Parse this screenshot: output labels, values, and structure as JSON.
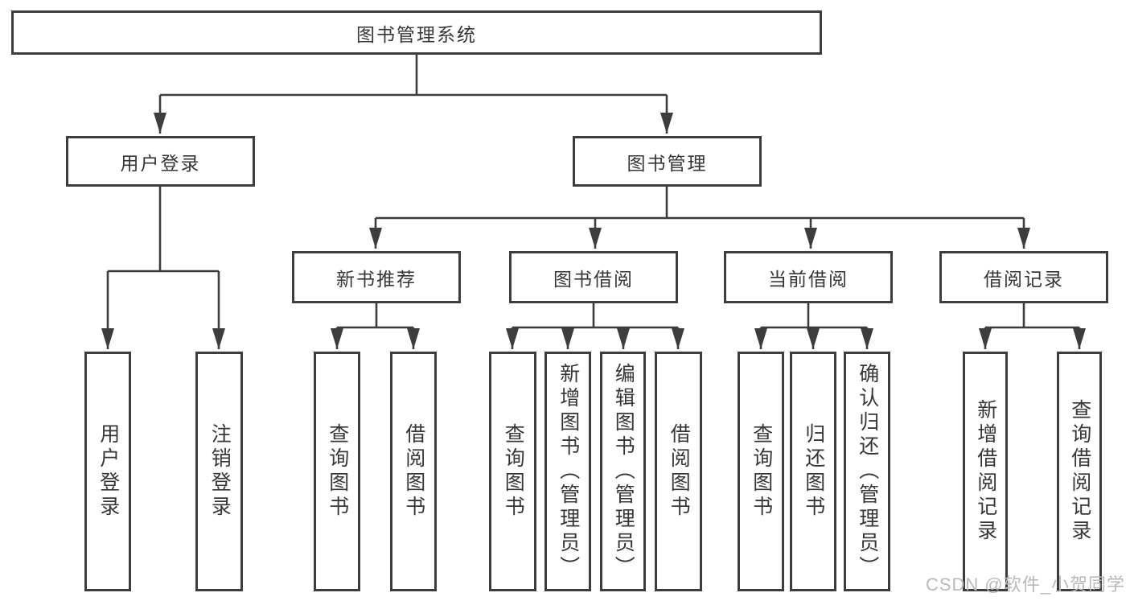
{
  "tree": {
    "label": "图书管理系统",
    "children": [
      {
        "label": "用户登录",
        "children": [
          {
            "label": "用户登录"
          },
          {
            "label": "注销登录"
          }
        ]
      },
      {
        "label": "图书管理",
        "children": [
          {
            "label": "新书推荐",
            "children": [
              {
                "label": "查询图书"
              },
              {
                "label": "借阅图书"
              }
            ]
          },
          {
            "label": "图书借阅",
            "children": [
              {
                "label": "查询图书"
              },
              {
                "label": "新增图书（管理员）"
              },
              {
                "label": "编辑图书（管理员）"
              },
              {
                "label": "借阅图书"
              }
            ]
          },
          {
            "label": "当前借阅",
            "children": [
              {
                "label": "查询图书"
              },
              {
                "label": "归还图书"
              },
              {
                "label": "确认归还（管理员）"
              }
            ]
          },
          {
            "label": "借阅记录",
            "children": [
              {
                "label": "新增借阅记录"
              },
              {
                "label": "查询借阅记录"
              }
            ]
          }
        ]
      }
    ]
  },
  "watermark": {
    "text": "CSDN @软件_小贺同学"
  },
  "colors": {
    "line": "#3d3d3d",
    "box_border": "#3d3d3d",
    "text": "#363636",
    "watermark": "#b9b9b9",
    "background": "#ffffff"
  }
}
